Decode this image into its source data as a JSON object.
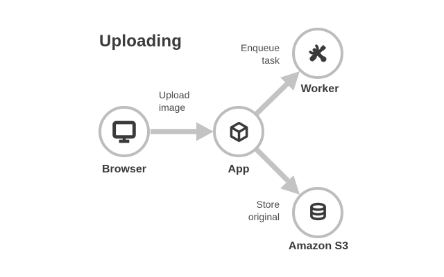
{
  "title": "Uploading",
  "diagram": {
    "nodes": [
      {
        "id": "browser",
        "label": "Browser",
        "icon": "monitor-icon"
      },
      {
        "id": "app",
        "label": "App",
        "icon": "cube-icon"
      },
      {
        "id": "worker",
        "label": "Worker",
        "icon": "tools-icon"
      },
      {
        "id": "s3",
        "label": "Amazon S3",
        "icon": "database-icon"
      }
    ],
    "edges": [
      {
        "from": "Browser",
        "to": "App",
        "label": [
          "Upload",
          "image"
        ]
      },
      {
        "from": "App",
        "to": "Worker",
        "label": [
          "Enqueue",
          "task"
        ]
      },
      {
        "from": "App",
        "to": "Amazon S3",
        "label": [
          "Store",
          "original"
        ]
      }
    ]
  },
  "colors": {
    "background": "#ffffff",
    "node_border": "#bdbdbd",
    "arrow": "#c3c3c3",
    "icon": "#3a3a3a",
    "title_text": "#3a3a3a",
    "node_label_text": "#3a3a3a",
    "edge_label_text": "#4a4a4a"
  }
}
